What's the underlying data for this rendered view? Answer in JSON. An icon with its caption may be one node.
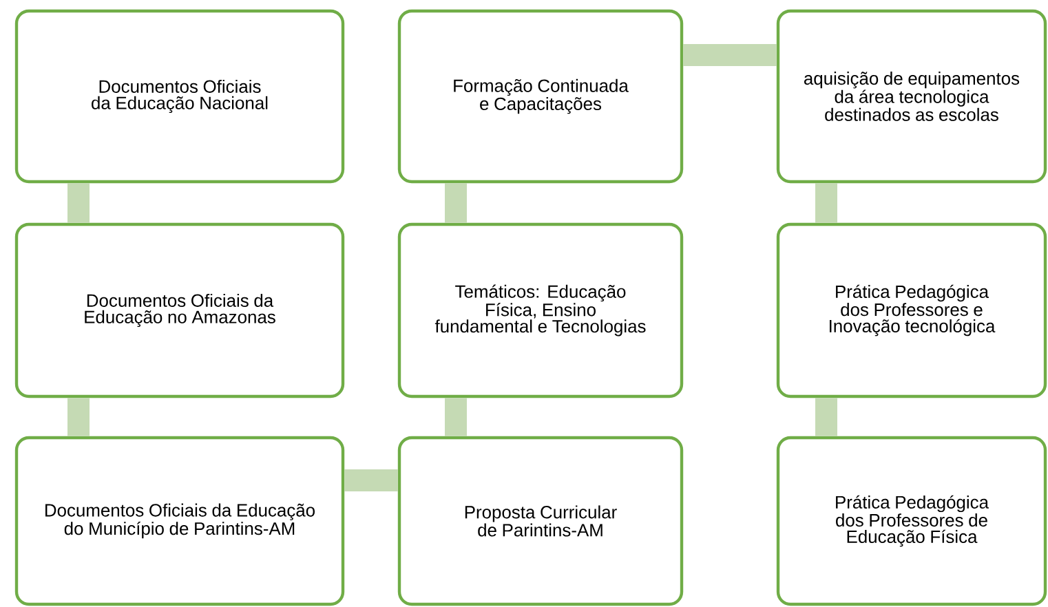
{
  "diagram": {
    "nodes": [
      {
        "text": [
          "Documentos Oficiais da Educação Nacional"
        ]
      },
      {
        "text": [
          "Formação Continuada e Capacitações"
        ]
      },
      {
        "text": [
          "aquisição de equipamentos da área tecnologica destinados as escolas"
        ]
      },
      {
        "text": [
          "Documentos Oficiais da Educação no Amazonas"
        ]
      },
      {
        "text": [
          "Temáticos: Educação Física, Ensino fundamental e Tecnologias"
        ]
      },
      {
        "text": [
          "Prática Pedagógica dos Professores e Inovação tecnológica"
        ]
      },
      {
        "text": [
          "Documentos Oficiais da Educação do Município de Parintins-AM"
        ]
      },
      {
        "text": [
          "Proposta Curricular de Parintins-AM"
        ]
      },
      {
        "text": [
          "Prática Pedagógica dos Professores de Educação Física"
        ]
      }
    ],
    "edges": [
      {
        "from": 0,
        "to": 3,
        "arrow": "none"
      },
      {
        "from": 3,
        "to": 6,
        "arrow": "none"
      },
      {
        "from": 6,
        "to": 7,
        "arrow": "none"
      },
      {
        "from": 7,
        "to": 4,
        "arrow": "none"
      },
      {
        "from": 4,
        "to": 1,
        "arrow": "none"
      },
      {
        "from": 1,
        "to": 2,
        "arrow": "none"
      },
      {
        "from": 2,
        "to": 5,
        "arrow": "none"
      },
      {
        "from": 5,
        "to": 8,
        "arrow": "none"
      }
    ]
  }
}
